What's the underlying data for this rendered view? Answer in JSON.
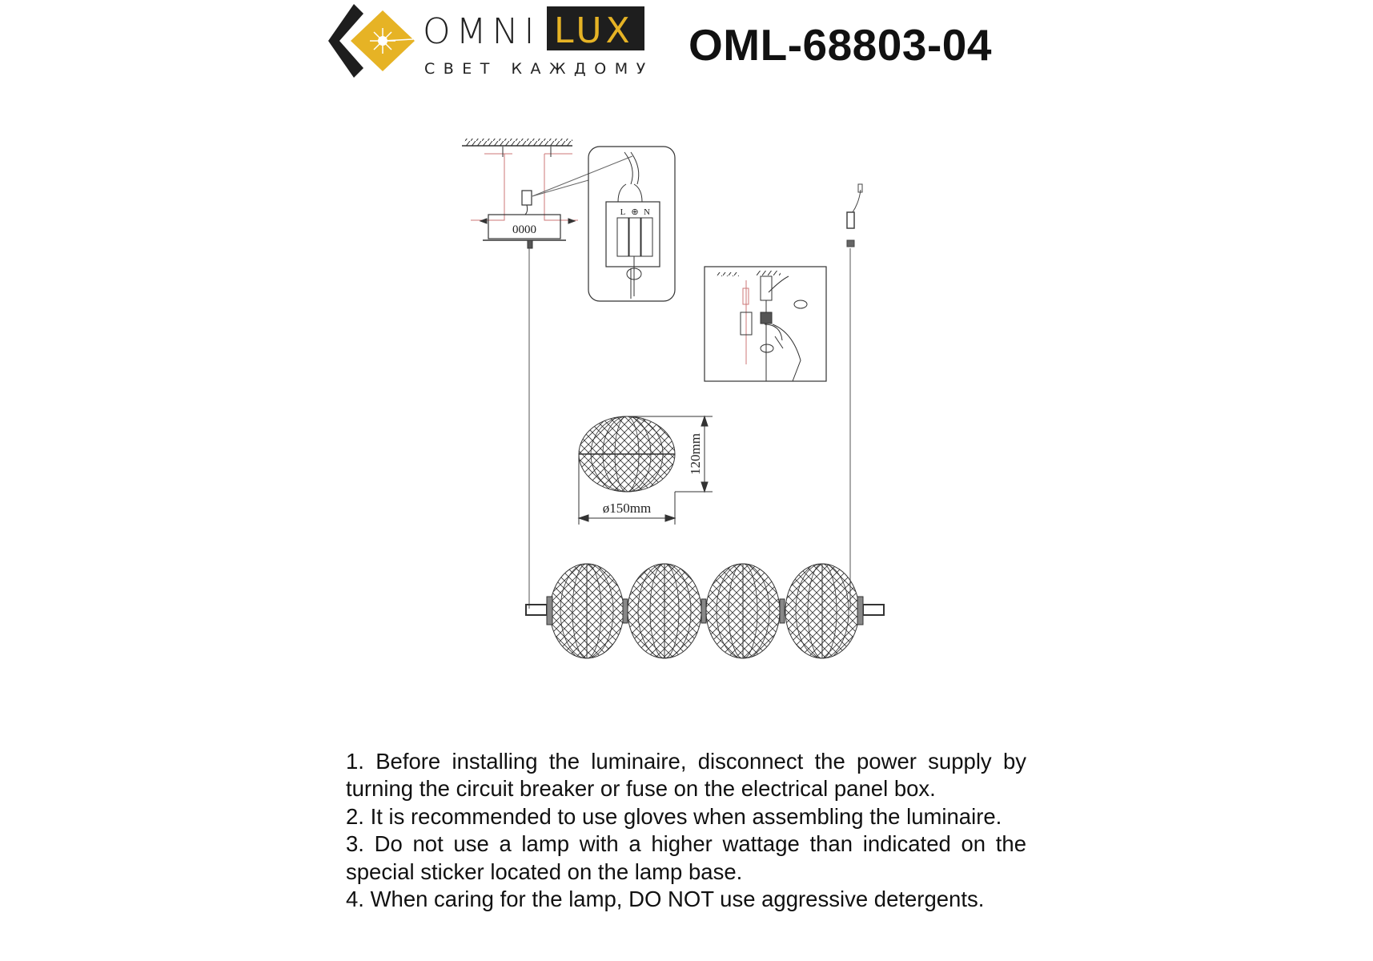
{
  "brand": {
    "name_part1": "OMNI",
    "name_part2": "LUX",
    "tagline": "СВЕТ КАЖДОМУ",
    "colors": {
      "accent": "#e6b325",
      "dark": "#1e1e1e"
    }
  },
  "model": "OML-68803-04",
  "diagram": {
    "canopy_label": "0000",
    "terminal_labels": [
      "L",
      "⊕",
      "N"
    ],
    "height_label": "120mm",
    "diameter_label": "ø150mm"
  },
  "instructions": [
    "1. Before installing the luminaire, disconnect the power supply by turning the circuit breaker or fuse on the electrical panel box.",
    "2. It is recommended to use gloves when assembling the luminaire.",
    "3. Do not use a lamp with a higher wattage than indicated on the special sticker located on the lamp base.",
    "4. When caring for the lamp, DO NOT use aggressive detergents."
  ]
}
